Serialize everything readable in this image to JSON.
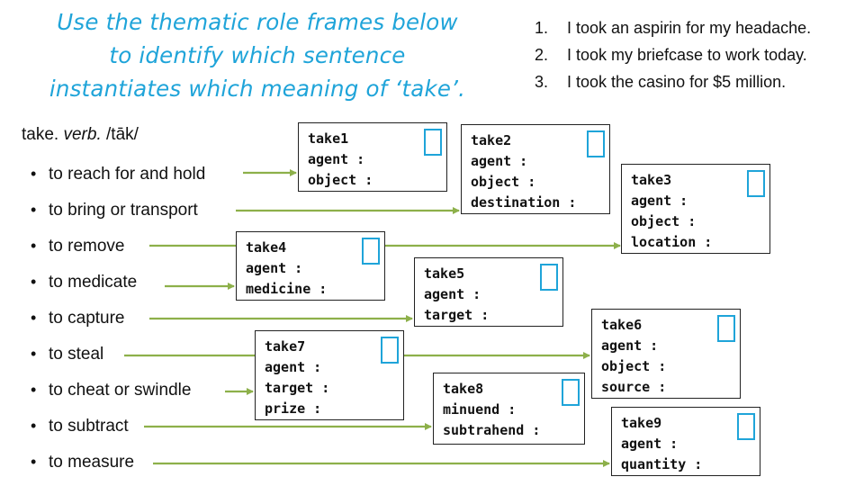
{
  "title_lines": [
    "Use the thematic role frames below",
    "to identify which sentence",
    "instantiates which meaning of ‘take’."
  ],
  "sentences": [
    {
      "num": "1.",
      "text": "I took an aspirin for my headache."
    },
    {
      "num": "2.",
      "text": "I took my briefcase to work today."
    },
    {
      "num": "3.",
      "text": "I took the casino for $5 million."
    }
  ],
  "entry": {
    "word": "take.",
    "pos": "verb.",
    "pron": "/tāk/"
  },
  "bullet": "•",
  "senses": [
    "to reach for and hold",
    "to bring or transport",
    "to remove",
    "to medicate",
    "to capture",
    "to steal",
    "to cheat or swindle",
    "to subtract",
    "to measure"
  ],
  "frames": [
    {
      "id": "take1",
      "roles": [
        "agent :",
        "object :"
      ]
    },
    {
      "id": "take2",
      "roles": [
        "agent :",
        "object :",
        "destination :"
      ]
    },
    {
      "id": "take3",
      "roles": [
        "agent :",
        "object :",
        "location :"
      ]
    },
    {
      "id": "take4",
      "roles": [
        "agent :",
        "medicine :"
      ]
    },
    {
      "id": "take5",
      "roles": [
        "agent :",
        "target :"
      ]
    },
    {
      "id": "take6",
      "roles": [
        "agent :",
        "object :",
        "source :"
      ]
    },
    {
      "id": "take7",
      "roles": [
        "agent :",
        "target :",
        "prize :"
      ]
    },
    {
      "id": "take8",
      "roles": [
        "minuend :",
        "subtrahend :"
      ]
    },
    {
      "id": "take9",
      "roles": [
        "agent :",
        "quantity :"
      ]
    }
  ],
  "arrow_color": "#8db04a",
  "accent_color": "#1fa4d9"
}
